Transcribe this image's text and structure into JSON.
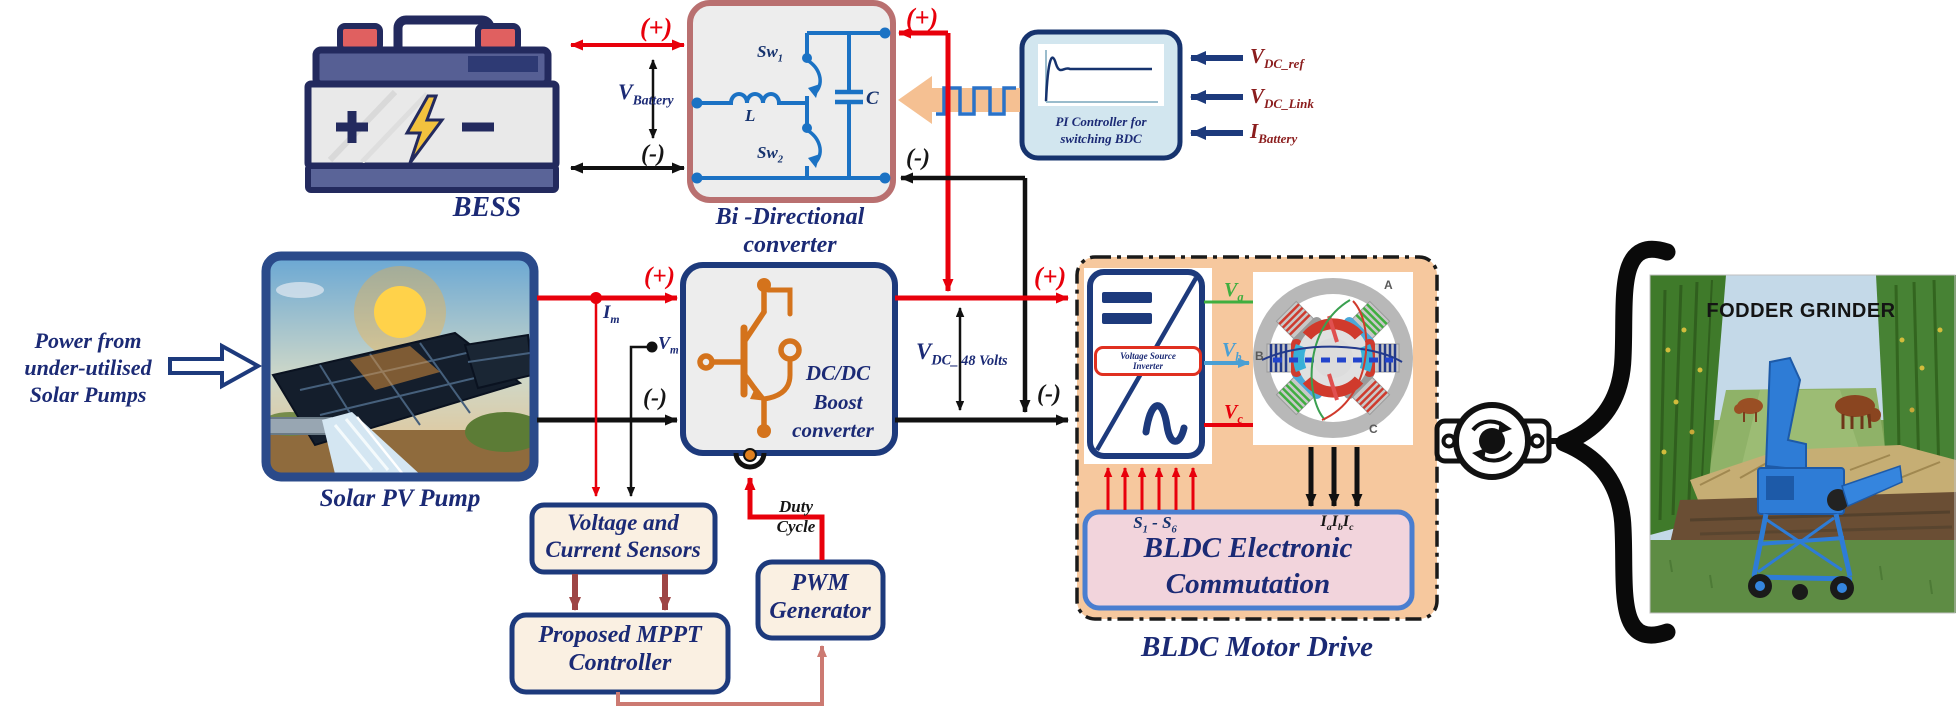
{
  "colors": {
    "wire_red": "#e8000b",
    "wire_black": "#111111",
    "navy_text": "#1b2a75",
    "maroon_text": "#8b1d1d",
    "bdc_border": "#b97070",
    "box_border": "#1d3a7c",
    "pi_fill": "#d2e6ef",
    "cream_fill": "#faf0e2",
    "peach_fill": "#f6c89e",
    "pink_fill": "#f2d4dc",
    "comm_border": "#4a7ed0",
    "igbt_orange": "#d4731c",
    "circuit_blue": "#1b72c4",
    "phase_green": "#3fae3f",
    "phase_blue": "#4a9fd4",
    "phase_red": "#e8000b",
    "arrow_brown": "#9e4545",
    "arrow_salmon": "#cc7a72"
  },
  "source_note": {
    "line1": "Power from",
    "line2": "under-utilised",
    "line3": "Solar Pumps"
  },
  "bess": {
    "label": "BESS",
    "plus": "(+)",
    "minus": "(-)",
    "v": {
      "base": "V",
      "sub": "Battery"
    }
  },
  "bdc": {
    "title_line1": "Bi -Directional",
    "title_line2": "converter",
    "sw1": {
      "base": "Sw",
      "sub": "1"
    },
    "sw2": {
      "base": "Sw",
      "sub": "2"
    },
    "inductor": "L",
    "capacitor": "C",
    "plus": "(+)",
    "minus": "(-)"
  },
  "pi": {
    "line1": "PI Controller for",
    "line2": "switching BDC",
    "inputs": [
      {
        "base": "V",
        "sub": "DC_ref"
      },
      {
        "base": "V",
        "sub": "DC_Link"
      },
      {
        "base": "I",
        "sub": "Battery"
      }
    ]
  },
  "pv": {
    "label": "Solar PV Pump",
    "plus": "(+)",
    "minus": "(-)",
    "im": {
      "base": "I",
      "sub": "m"
    },
    "vm": {
      "base": "V",
      "sub": "m"
    }
  },
  "boost": {
    "line1": "DC/DC",
    "line2": "Boost",
    "line3": "converter"
  },
  "dclink": {
    "plus": "(+)",
    "minus": "(-)",
    "v": {
      "base": "V",
      "sub": "DC_",
      "rest": "48 Volts"
    }
  },
  "duty": {
    "line1": "Duty",
    "line2": "Cycle"
  },
  "sensors": {
    "line1": "Voltage and",
    "line2": "Current Sensors"
  },
  "mppt": {
    "line1": "Proposed MPPT",
    "line2": "Controller"
  },
  "pwm": {
    "line1": "PWM",
    "line2": "Generator"
  },
  "bldc": {
    "vsi_line1": "Voltage Source",
    "vsi_line2": "Inverter",
    "va": {
      "base": "V",
      "sub": "a"
    },
    "vb": {
      "base": "V",
      "sub": "b"
    },
    "vc": {
      "base": "V",
      "sub": "c"
    },
    "motor_a": "A",
    "motor_b": "B",
    "motor_c": "C",
    "s_range": {
      "p1": "S",
      "s1": "1",
      "p2": "- S",
      "s2": "6"
    },
    "currents": [
      {
        "base": "I",
        "sub": "a"
      },
      {
        "base": "I",
        "sub": "b"
      },
      {
        "base": "I",
        "sub": "c"
      }
    ],
    "comm_line1": "BLDC Electronic",
    "comm_line2": "Commutation",
    "drive_label": "BLDC Motor Drive"
  },
  "grinder": {
    "title": "FODDER GRINDER"
  }
}
